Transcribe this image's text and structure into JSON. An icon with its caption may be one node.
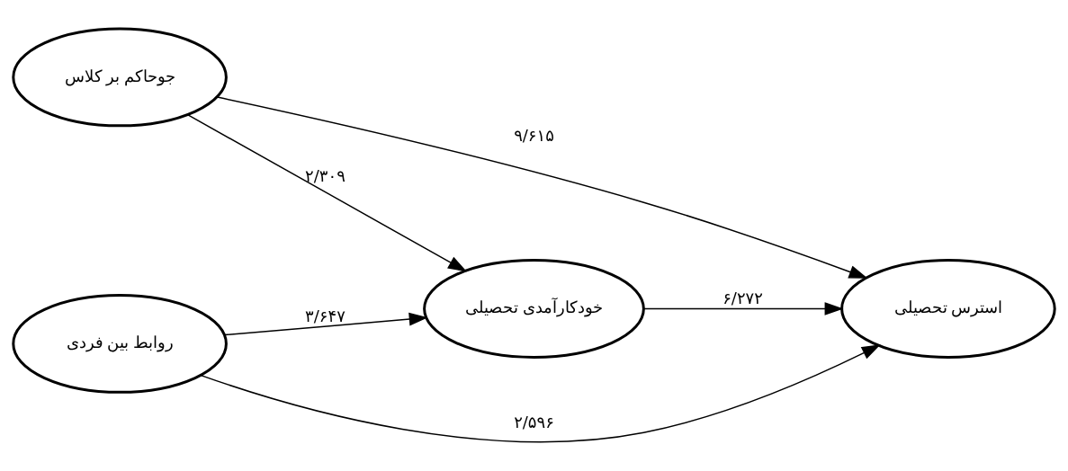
{
  "diagram": {
    "nodes": [
      {
        "text": [
          "جوحاکم بر کلاس"
        ]
      },
      {
        "text": [
          "خودکارآمدی تحصیلی"
        ]
      },
      {
        "text": [
          "استرس تحصیلی"
        ]
      },
      {
        "text": [
          "روابط بین فردی"
        ]
      }
    ],
    "edges": [
      {
        "from": 0,
        "to": 2,
        "arrow": "to",
        "label": "۹/۶۱۵"
      },
      {
        "from": 0,
        "to": 1,
        "arrow": "to",
        "label": "۲/۳۰۹"
      },
      {
        "from": 1,
        "to": 2,
        "arrow": "to",
        "label": "۶/۲۷۲"
      },
      {
        "from": 3,
        "to": 1,
        "arrow": "to",
        "label": "۳/۶۴۷"
      },
      {
        "from": 3,
        "to": 2,
        "arrow": "to",
        "label": "۲/۵۹۶"
      }
    ]
  }
}
